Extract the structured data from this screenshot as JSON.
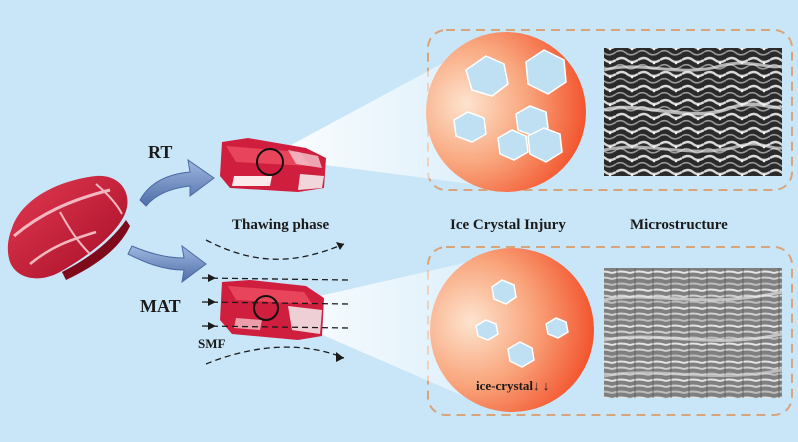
{
  "labels": {
    "rt": "RT",
    "mat": "MAT",
    "smf": "SMF",
    "thawing_phase": "Thawing phase",
    "ice_crystal_injury": "Ice Crystal Injury",
    "microstructure": "Microstructure",
    "ice_crystal_note": "ice-crystal↓ ↓"
  },
  "colors": {
    "background": "#c9e6f8",
    "meat_dark": "#b3102c",
    "meat_mid": "#d42a44",
    "meat_fat": "#f2b8c0",
    "arrow_blue": "#6f8fc4",
    "panel_border": "#d9a37c",
    "circle_inner": "#fde0c8",
    "circle_outer": "#f04a1e",
    "crystal": "#b9dcf0"
  },
  "icons": {
    "rt_arrow": "curved-arrow-icon",
    "mat_arrow": "curved-arrow-icon",
    "crystal": "hexagon-icon",
    "magnifier": "circle-outline-icon"
  }
}
